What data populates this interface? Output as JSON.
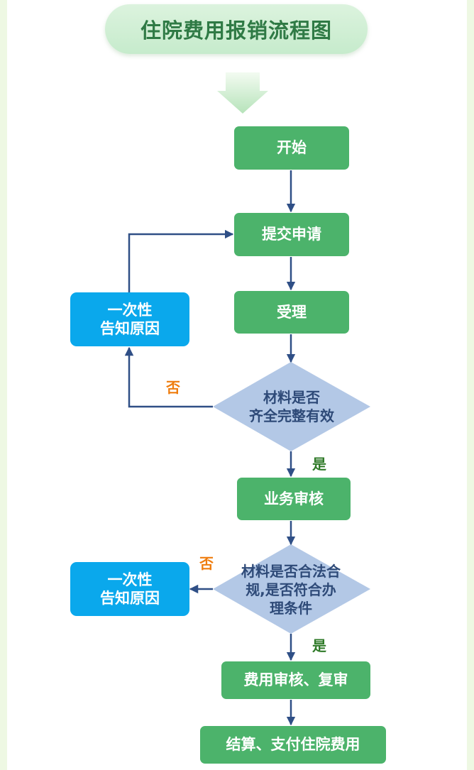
{
  "title": "住院费用报销流程图",
  "nodes": {
    "start": "开始",
    "submit": "提交申请",
    "accept": "受理",
    "check1": "材料是否\n齐全完整有效",
    "notify1": "一次性\n告知原因",
    "review": "业务审核",
    "check2": "材料是否合法合\n规,是否符合办\n理条件",
    "notify2": "一次性\n告知原因",
    "cost_review": "费用审核、复审",
    "settle": "结算、支付住院费用"
  },
  "labels": {
    "no1": "否",
    "yes1": "是",
    "no2": "否",
    "yes2": "是"
  },
  "colors": {
    "process": "#4cb36b",
    "notify": "#0aa8ec",
    "decision": "#b3c8e6",
    "arrow": "#2f4f86",
    "no_label": "#ef7d0e",
    "yes_label": "#2f7a28"
  }
}
